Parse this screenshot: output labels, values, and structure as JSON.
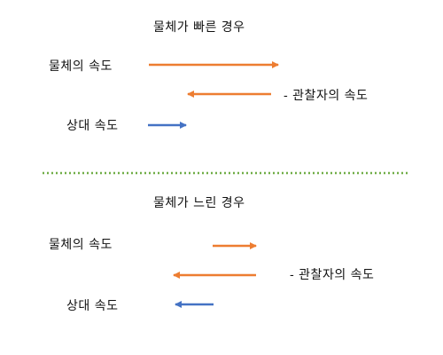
{
  "colors": {
    "observer": "#ED7D31",
    "relative": "#4472C4",
    "divider": "#70AD47",
    "text": "#111111"
  },
  "fast_case": {
    "title": "물체가 빠른 경우",
    "object_label": "물체의 속도",
    "observer_label": "- 관찰자의 속도",
    "relative_label": "상대 속도"
  },
  "slow_case": {
    "title": "물체가 느린 경우",
    "object_label": "물체의 속도",
    "observer_label": "- 관찰자의 속도",
    "relative_label": "상대 속도"
  }
}
